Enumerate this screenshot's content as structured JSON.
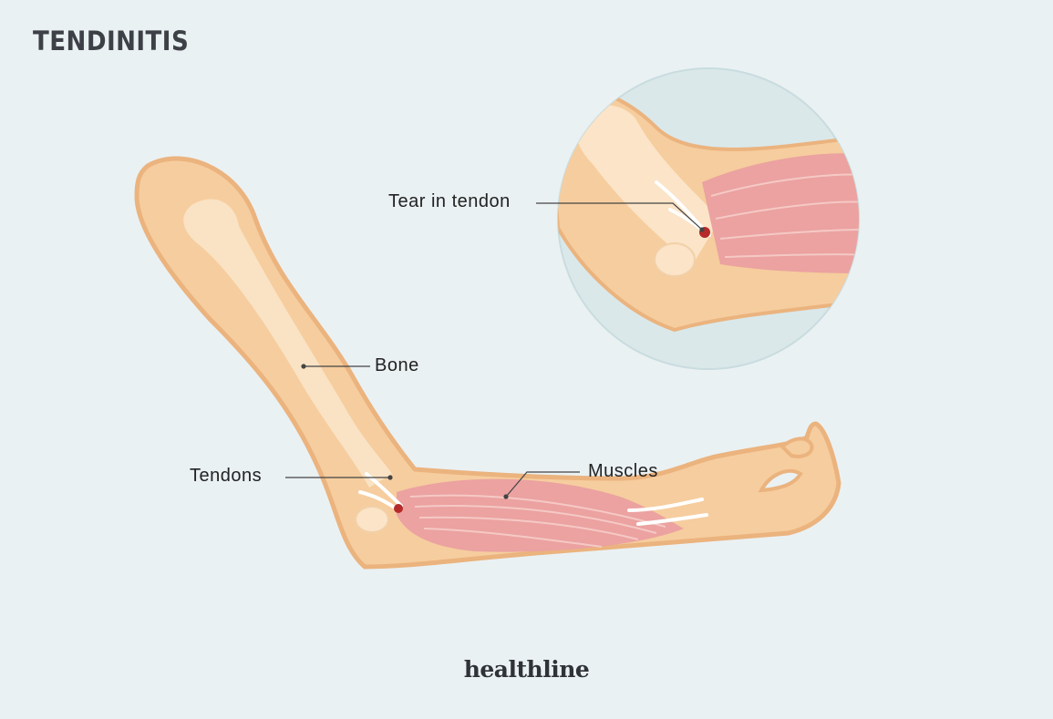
{
  "title": "TENDINITIS",
  "labels": {
    "tear": "Tear in tendon",
    "bone": "Bone",
    "tendons": "Tendons",
    "muscles": "Muscles"
  },
  "brand": "healthline",
  "colors": {
    "background": "#eaf1f3",
    "skin": "#f6cd9e",
    "skin_outline": "#ebb37e",
    "bone": "#fbe4c8",
    "tendon": "#ffffff",
    "muscle": "#eba2a0",
    "inflammation": "#b52a2a",
    "inset_bg": "#dae8ea"
  }
}
